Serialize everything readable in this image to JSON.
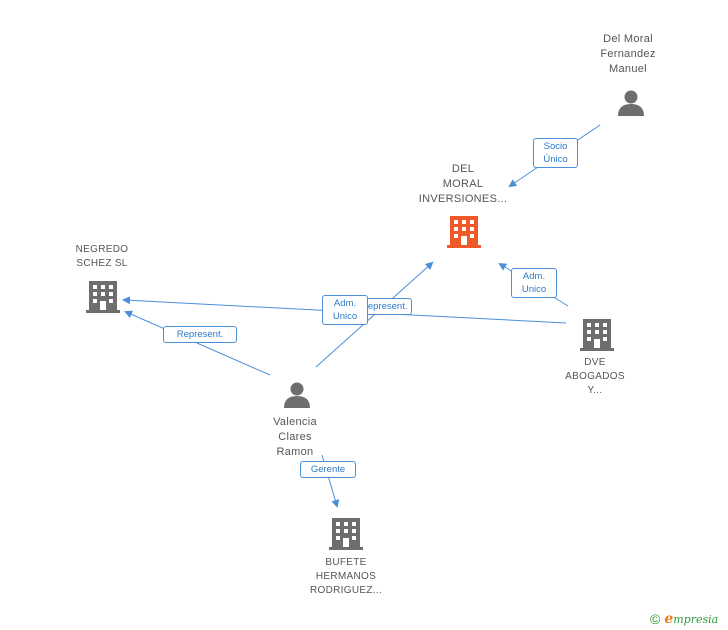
{
  "nodes": {
    "del_moral_fernandez": {
      "lines": [
        "Del Moral",
        "Fernandez",
        "Manuel"
      ],
      "kind": "person"
    },
    "del_moral_inversiones": {
      "lines": [
        "DEL",
        "MORAL",
        "INVERSIONES..."
      ],
      "kind": "company-main"
    },
    "negredo_schez": {
      "lines": [
        "NEGREDO",
        "SCHEZ SL"
      ],
      "kind": "company"
    },
    "dve_abogados": {
      "lines": [
        "DVE",
        "ABOGADOS",
        "Y..."
      ],
      "kind": "company"
    },
    "valencia_clares": {
      "lines": [
        "Valencia",
        "Clares",
        "Ramon"
      ],
      "kind": "person"
    },
    "bufete_hermanos": {
      "lines": [
        "BUFETE",
        "HERMANOS",
        "RODRIGUEZ..."
      ],
      "kind": "company"
    }
  },
  "edges": {
    "socio_unico": {
      "lines": [
        "Socio",
        "Único"
      ]
    },
    "adm_unico_dve": {
      "lines": [
        "Adm.",
        "Unico"
      ]
    },
    "adm_unico_valencia": {
      "lines": [
        "Adm.",
        "Unico"
      ]
    },
    "represent_dve": {
      "lines": [
        "Represent."
      ]
    },
    "represent_valencia": {
      "lines": [
        "Represent."
      ]
    },
    "gerente": {
      "lines": [
        "Gerente"
      ]
    }
  },
  "colors": {
    "edge": "#4a8fd8",
    "icon_gray": "#6e6e6e",
    "icon_main": "#f05a28"
  },
  "brand": {
    "copyright": "©",
    "initial": "e",
    "name": "mpresia"
  }
}
